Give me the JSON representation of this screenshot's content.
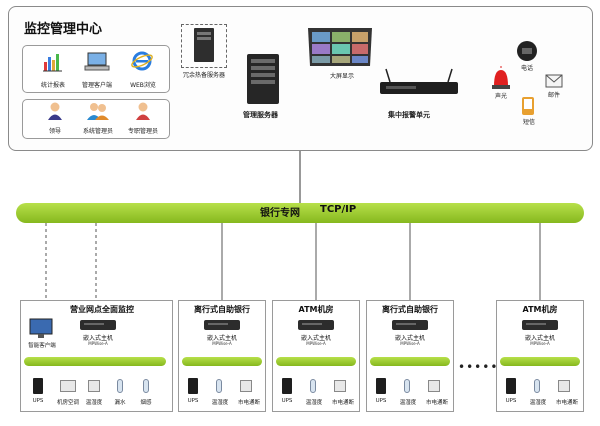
{
  "center": {
    "title": "监控管理中心",
    "apps": [
      {
        "label": "统计报表",
        "icon": "bar-chart-icon"
      },
      {
        "label": "管理客户端",
        "icon": "laptop-icon"
      },
      {
        "label": "WEB浏览",
        "icon": "ie-browser-icon"
      }
    ],
    "users": [
      {
        "label": "领导",
        "icon": "leader-user-icon"
      },
      {
        "label": "系统管理员",
        "icon": "admin-users-icon"
      },
      {
        "label": "专职管理员",
        "icon": "operator-user-icon"
      }
    ],
    "redundant_server": "冗余热备服务器",
    "main_server": "管理服务器",
    "video_wall": "大屏显示",
    "alarm_unit": "集中报警单元",
    "alarm_outputs": [
      {
        "label": "电话",
        "icon": "telephone-icon"
      },
      {
        "label": "邮件",
        "icon": "email-icon"
      },
      {
        "label": "声光",
        "icon": "siren-icon"
      },
      {
        "label": "短信",
        "icon": "sms-phone-icon"
      }
    ]
  },
  "network": {
    "name": "银行专网",
    "protocol": "TCP/IP"
  },
  "branches": [
    {
      "title": "营业网点全面监控",
      "host": "嵌入式主机",
      "host_sub": "MPWise-A",
      "extra": "智能客户端",
      "devices": [
        "UPS",
        "机房空调",
        "温湿度",
        "漏水",
        "烟感"
      ]
    },
    {
      "title": "离行式自助银行",
      "host": "嵌入式主机",
      "host_sub": "MPWise-A",
      "devices": [
        "UPS",
        "温湿度",
        "市电通断"
      ]
    },
    {
      "title": "ATM机房",
      "host": "嵌入式主机",
      "host_sub": "MPWise-A",
      "devices": [
        "UPS",
        "温湿度",
        "市电通断"
      ]
    },
    {
      "title": "离行式自助银行",
      "host": "嵌入式主机",
      "host_sub": "MPWise-A",
      "devices": [
        "UPS",
        "温湿度",
        "市电通断"
      ]
    },
    {
      "title": "ATM机房",
      "host": "嵌入式主机",
      "host_sub": "MPWise-A",
      "devices": [
        "UPS",
        "温湿度",
        "市电通断"
      ]
    }
  ],
  "ellipsis": "•••••••",
  "colors": {
    "bus": "#9acd32",
    "alarm": "#e02020",
    "line": "#555555"
  }
}
